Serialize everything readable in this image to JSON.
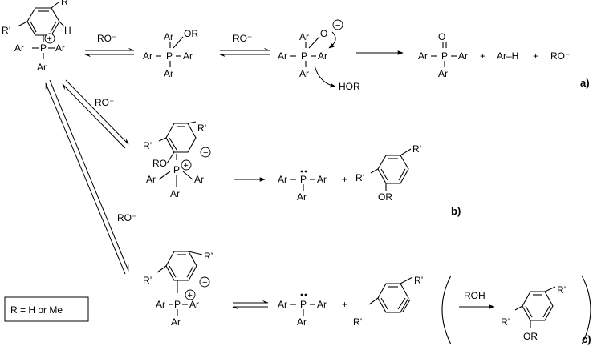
{
  "atoms": {
    "Ar": "Ar",
    "P": "P",
    "H": "H",
    "R1": "R’",
    "O": "O",
    "OR": "OR",
    "RO": "RO",
    "HOR": "HOR",
    "ArH": "Ar–H",
    "ROminus": "RO⁻",
    "plus_sign": "+"
  },
  "charges": {
    "positive": "+",
    "negative": "−"
  },
  "arrow_labels": {
    "a1": "RO⁻",
    "a2": "RO⁻",
    "b": "RO⁻",
    "c": "RO⁻",
    "rohh": "ROH"
  },
  "part_labels": {
    "a": "a)",
    "b": "b)",
    "c": "c)"
  },
  "legend": {
    "text": "R = H or Me"
  }
}
